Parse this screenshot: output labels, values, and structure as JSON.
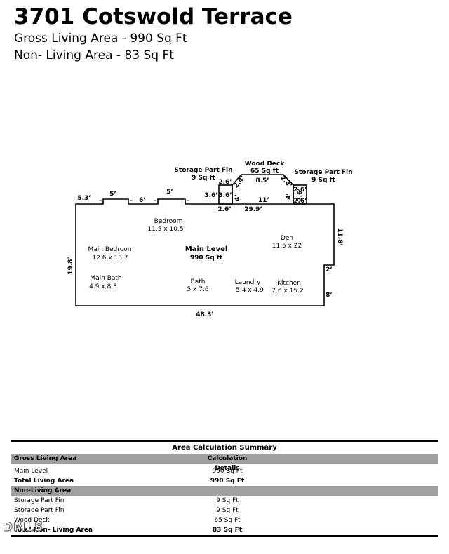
{
  "header": {
    "title": "3701 Cotswold Terrace",
    "gross_line": "Gross Living Area - 990 Sq Ft",
    "non_living_line": "Non- Living Area - 83 Sq Ft"
  },
  "plan": {
    "rooms": {
      "bedroom": {
        "name": "Bedroom",
        "size": "11.5 x 10.5"
      },
      "main_bedroom": {
        "name": "Main Bedroom",
        "size": "12.6 x 13.7"
      },
      "main_bath": {
        "name": "Main Bath",
        "size": "4.9 x 8.3"
      },
      "bath": {
        "name": "Bath",
        "size": "5 x 7.6"
      },
      "laundry": {
        "name": "Laundry",
        "size": "5.4 x 4.9"
      },
      "kitchen": {
        "name": "Kitchen",
        "size": "7.6 x 15.2"
      },
      "den": {
        "name": "Den",
        "size": "11.5 x 22"
      }
    },
    "main_level": {
      "name": "Main Level",
      "area": "990 Sq ft"
    },
    "storage_left": {
      "name": "Storage Part Fin",
      "area": "9 Sq ft"
    },
    "wood_deck": {
      "name": "Wood Deck",
      "area": "65 Sq ft"
    },
    "storage_right": {
      "name": "Storage Part Fin",
      "area": "9 Sq ft"
    },
    "dims": {
      "d_5_3": "5.3’",
      "d_5a": "5’",
      "d_6": "6’",
      "d_5b": "5’",
      "d_2_6_top": "2.6’",
      "d_3_6_out": "3.6’",
      "d_3_6_in": "3.6’",
      "d_4_left": "4’",
      "d_2_4_left": "2.4’",
      "d_8_5": "8.5’",
      "d_2_4_right": "2.4’",
      "d_4_right": "4’",
      "d_2_6_r1": "2.6’",
      "d_2_6_r2": "2.6’",
      "d_2_6_r3": "2.6’",
      "d_11": "11’",
      "d_2_6_bottom": "2.6’",
      "d_29_9": "29.9’",
      "d_11_8": "11.8’",
      "d_19_8": "19.8’",
      "d_2": "2’",
      "d_8": "8’",
      "d_48_3": "48.3’"
    }
  },
  "summary": {
    "title": "Area Calculation Summary",
    "gross_header": "Gross Living Area",
    "details_header": "Calculation Details",
    "gross_rows": [
      {
        "label": "Main Level",
        "value": "990 Sq Ft"
      },
      {
        "label": "Total Living Area",
        "value": "990 Sq Ft"
      }
    ],
    "non_living_header": "Non-Living Area",
    "non_living_rows": [
      {
        "label": "Storage Part Fin",
        "value": "9 Sq Ft"
      },
      {
        "label": "Storage Part Fin",
        "value": "9 Sq Ft"
      },
      {
        "label": "Wood Deck",
        "value": "65 Sq Ft"
      },
      {
        "label": "Total Non- Living Area",
        "value": "83 Sq Ft"
      }
    ]
  },
  "watermark": "DMLS"
}
